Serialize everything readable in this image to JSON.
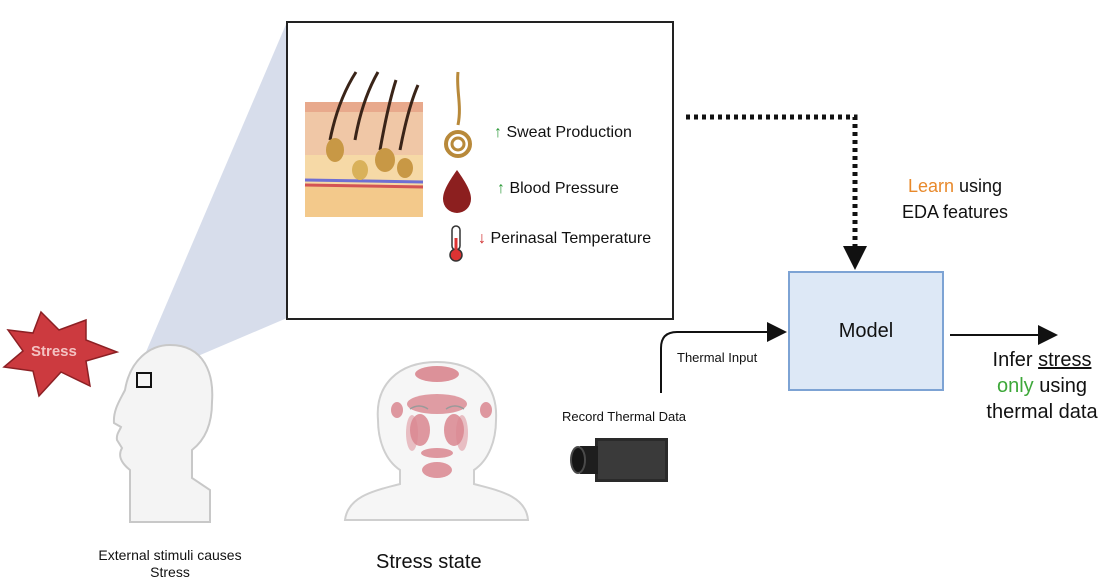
{
  "stress_burst": {
    "label": "Stress",
    "color": "#cc3a3f"
  },
  "zoom_panel": {
    "items": [
      {
        "arrow": "↑",
        "direction": "up",
        "label": "Sweat Production",
        "icon": "sweat-gland-icon"
      },
      {
        "arrow": "↑",
        "direction": "up",
        "label": "Blood Pressure",
        "icon": "blood-drop-icon"
      },
      {
        "arrow": "↓",
        "direction": "down",
        "label": "Perinasal Temperature",
        "icon": "thermometer-icon"
      }
    ]
  },
  "captions": {
    "external_line1": "External stimuli causes",
    "external_line2": "Stress",
    "stress_state": "Stress state",
    "record_thermal": "Record Thermal Data",
    "thermal_input": "Thermal Input"
  },
  "learn": {
    "highlight": "Learn",
    "rest": " using",
    "line2": "EDA features"
  },
  "model": {
    "label": "Model"
  },
  "infer": {
    "line1_a": "Infer ",
    "line1_b": "stress",
    "line2_a": "only",
    "line2_b": " using",
    "line3": "thermal data"
  },
  "colors": {
    "model_fill": "#dde8f6",
    "model_border": "#7da3d4",
    "zoom_cone": "#c9d2e4",
    "face_highlight": "#d9868f",
    "orange": "#e8892b",
    "green": "#3ea83a"
  }
}
